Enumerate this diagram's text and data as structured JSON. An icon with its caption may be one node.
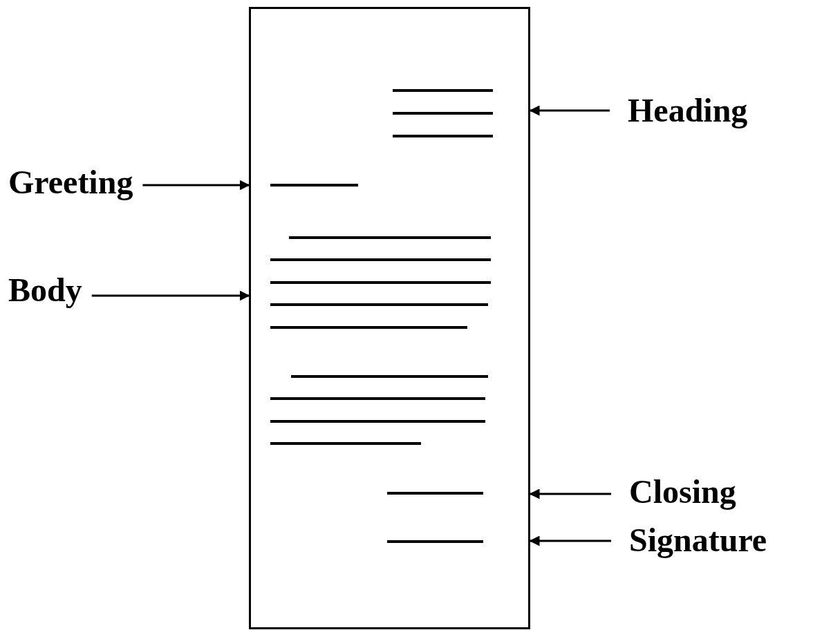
{
  "diagram": {
    "nodes": [
      {
        "text": [],
        "shape": "box"
      },
      {
        "text": [
          "Heading"
        ]
      },
      {
        "text": [
          "Greeting"
        ]
      },
      {
        "text": [
          "Body"
        ]
      },
      {
        "text": [
          "Closing"
        ]
      },
      {
        "text": [
          "Signature"
        ]
      }
    ],
    "edges": [
      {
        "from": 1,
        "to": 0,
        "arrow": "to"
      },
      {
        "from": 2,
        "to": 0,
        "arrow": "to"
      },
      {
        "from": 3,
        "to": 0,
        "arrow": "to"
      },
      {
        "from": 4,
        "to": 0,
        "arrow": "to"
      },
      {
        "from": 5,
        "to": 0,
        "arrow": "to"
      }
    ]
  }
}
